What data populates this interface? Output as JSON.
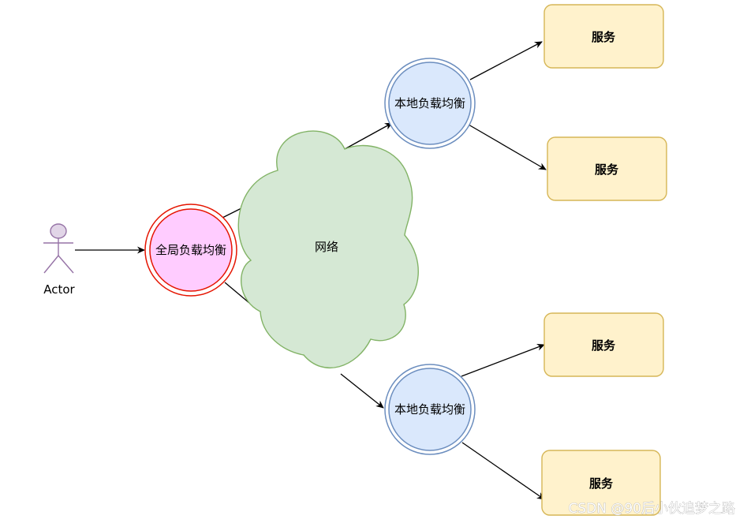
{
  "diagram": {
    "actor": {
      "label": "Actor"
    },
    "global_lb": {
      "label": "全局负载均衡"
    },
    "network": {
      "label": "网络"
    },
    "local_lb_1": {
      "label": "本地负载均衡"
    },
    "local_lb_2": {
      "label": "本地负载均衡"
    },
    "services": [
      {
        "label": "服务"
      },
      {
        "label": "服务"
      },
      {
        "label": "服务"
      },
      {
        "label": "服务"
      }
    ]
  },
  "watermark": "CSDN @90后小伙追梦之路",
  "colors": {
    "actor_fill": "#e1d5e7",
    "actor_stroke": "#9673a6",
    "global_lb_fill": "#ffccff",
    "global_lb_stroke": "#e51400",
    "network_fill": "#d5e8d4",
    "network_stroke": "#82b366",
    "local_lb_fill": "#dae8fc",
    "local_lb_stroke": "#6c8ebf",
    "service_fill": "#fff2cc",
    "service_stroke": "#d6b656"
  }
}
